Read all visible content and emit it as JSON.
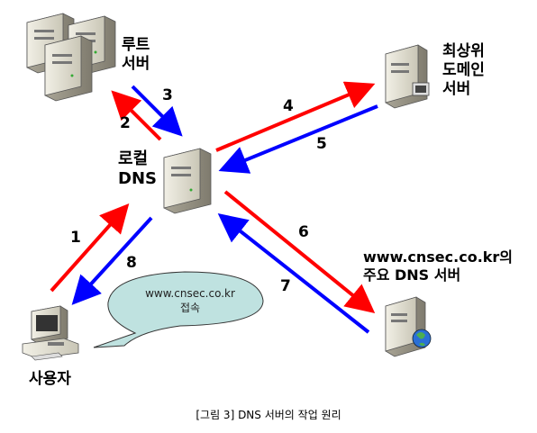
{
  "nodes": {
    "root": "루트\n서버",
    "tld": "최상위\n도메인\n서버",
    "local": "로컬\nDNS",
    "primary": "www.cnsec.co.kr의\n주요 DNS 서버",
    "user": "사용자"
  },
  "steps": [
    "1",
    "2",
    "3",
    "4",
    "5",
    "6",
    "7",
    "8"
  ],
  "bubble": "www.cnsec.co.kr\n접속",
  "caption": "[그림 3] DNS 서버의 작업 원리",
  "colors": {
    "query": "#ff0000",
    "response": "#0000ff"
  }
}
